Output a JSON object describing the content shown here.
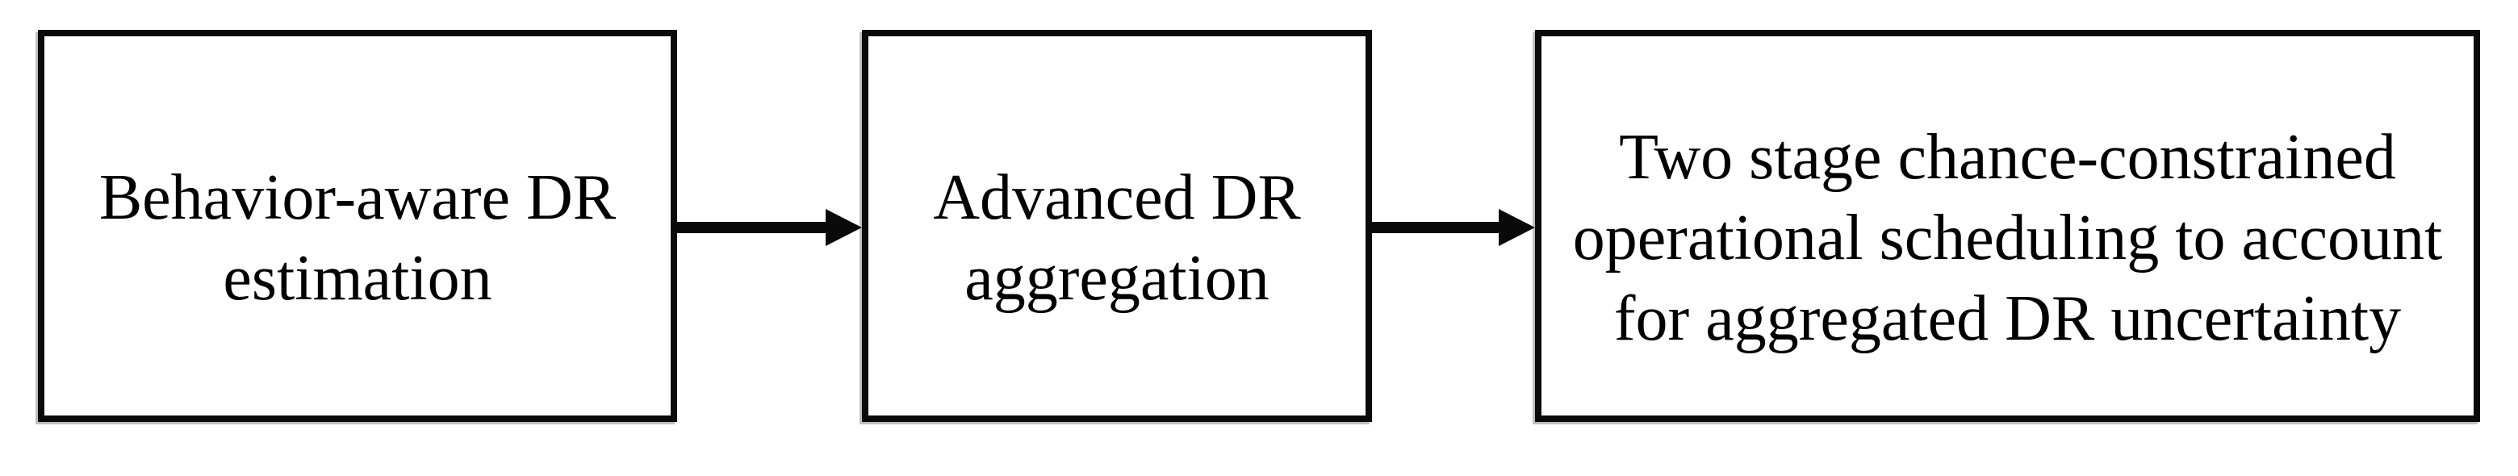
{
  "diagram": {
    "type": "flowchart",
    "background_color": "#ffffff",
    "box_border_color": "#0a0a0a",
    "text_color": "#000000",
    "arrow_color": "#0a0a0a",
    "boxes": [
      {
        "label": "Behavior-aware DR\nestimation"
      },
      {
        "label": "Advanced DR\naggregation"
      },
      {
        "label": "Two stage chance-constrained\noperational scheduling to account\nfor aggregated DR uncertainty"
      }
    ],
    "arrows": [
      {
        "from": "Behavior-aware DR estimation",
        "to": "Advanced DR aggregation"
      },
      {
        "from": "Advanced DR aggregation",
        "to": "Two stage chance-constrained operational scheduling to account for aggregated DR uncertainty"
      }
    ]
  }
}
